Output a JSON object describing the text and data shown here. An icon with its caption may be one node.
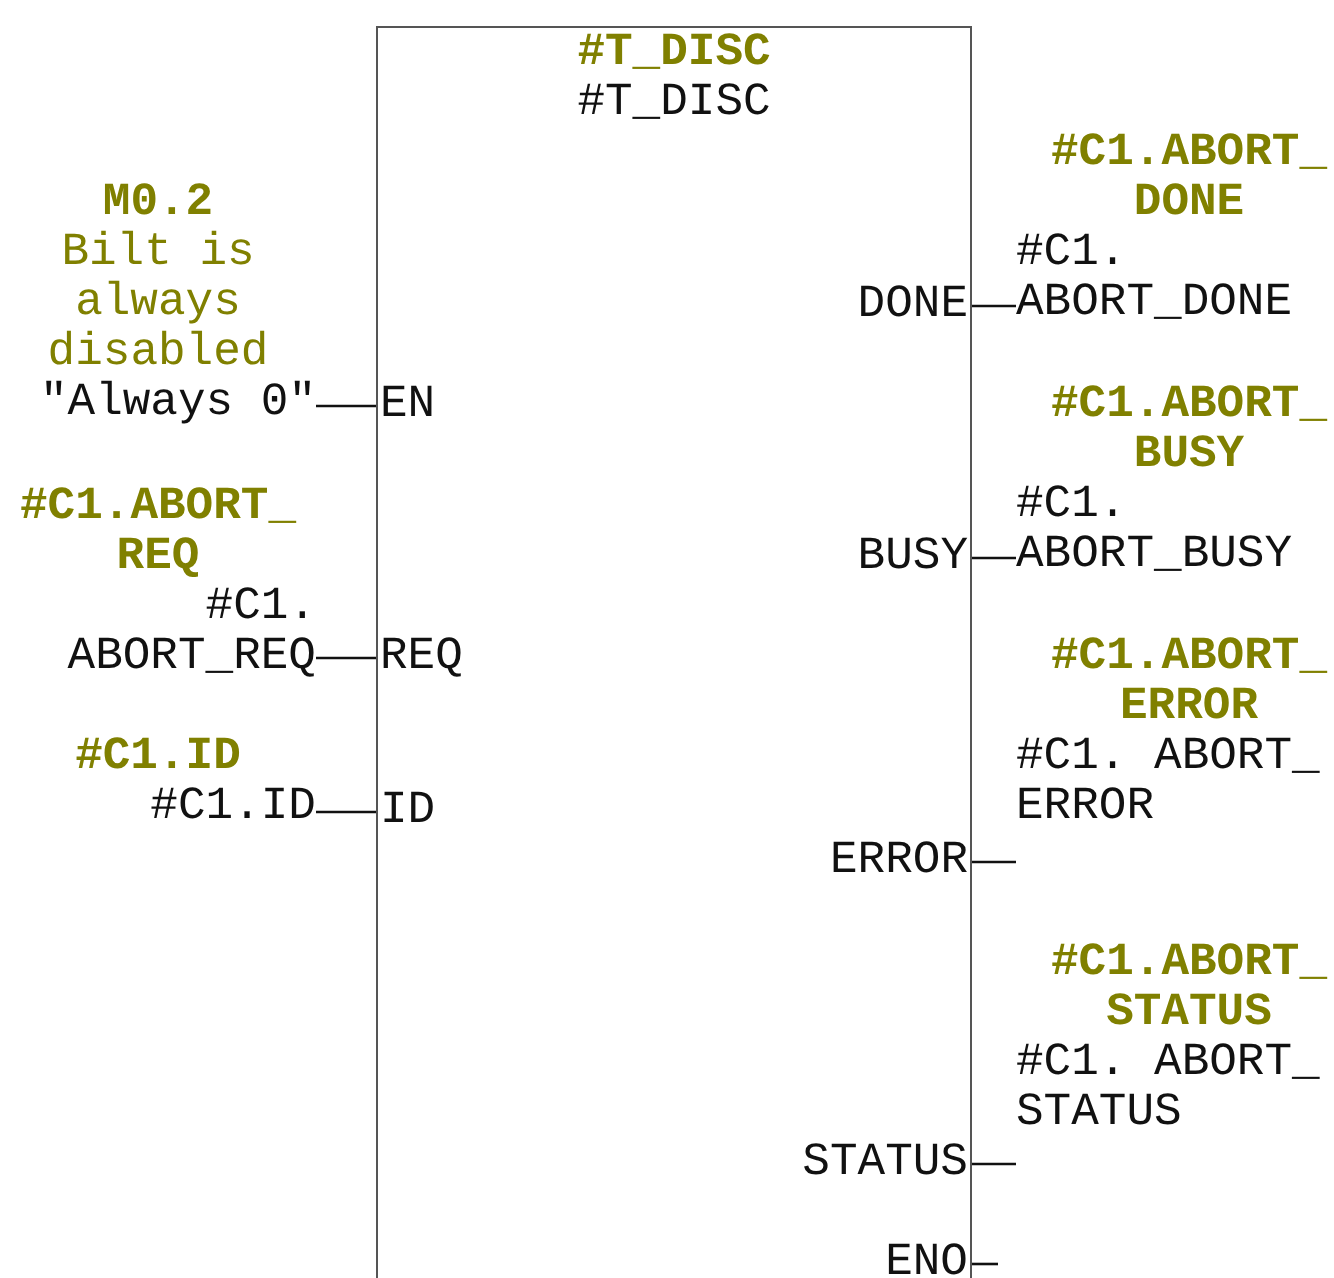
{
  "diagram": {
    "nodes": [
      {
        "text": [
          "#T_DISC",
          "#T_DISC"
        ]
      },
      {
        "text": [
          "M0.2",
          "Bilt is always disabled",
          "\"Always 0\""
        ]
      },
      {
        "text": [
          "#C1.ABORT_ REQ",
          "#C1. ABORT_REQ"
        ]
      },
      {
        "text": [
          "#C1.ID",
          "#C1.ID"
        ]
      },
      {
        "text": [
          "EN"
        ],
        "in": 0
      },
      {
        "text": [
          "REQ"
        ],
        "in": 0
      },
      {
        "text": [
          "ID"
        ],
        "in": 0
      },
      {
        "text": [
          "DONE"
        ],
        "in": 0
      },
      {
        "text": [
          "BUSY"
        ],
        "in": 0
      },
      {
        "text": [
          "ERROR"
        ],
        "in": 0
      },
      {
        "text": [
          "STATUS"
        ],
        "in": 0
      },
      {
        "text": [
          "ENO"
        ],
        "in": 0
      },
      {
        "text": [
          "#C1.ABORT_ DONE",
          "#C1. ABORT_DONE"
        ]
      },
      {
        "text": [
          "#C1.ABORT_ BUSY",
          "#C1. ABORT_BUSY"
        ]
      },
      {
        "text": [
          "#C1.ABORT_ ERROR",
          "#C1. ABORT_ ERROR"
        ]
      },
      {
        "text": [
          "#C1.ABORT_ STATUS",
          "#C1. ABORT_ STATUS"
        ]
      }
    ],
    "edges": [
      {
        "from": 1,
        "to": 4,
        "arrow": "none"
      },
      {
        "from": 2,
        "to": 5,
        "arrow": "none"
      },
      {
        "from": 3,
        "to": 6,
        "arrow": "none"
      },
      {
        "from": 7,
        "to": 12,
        "arrow": "none"
      },
      {
        "from": 8,
        "to": 13,
        "arrow": "none"
      },
      {
        "from": 9,
        "to": 14,
        "arrow": "none"
      },
      {
        "from": 10,
        "to": 15,
        "arrow": "none"
      },
      {
        "from": 11,
        "to": null,
        "arrow": "none"
      }
    ]
  }
}
